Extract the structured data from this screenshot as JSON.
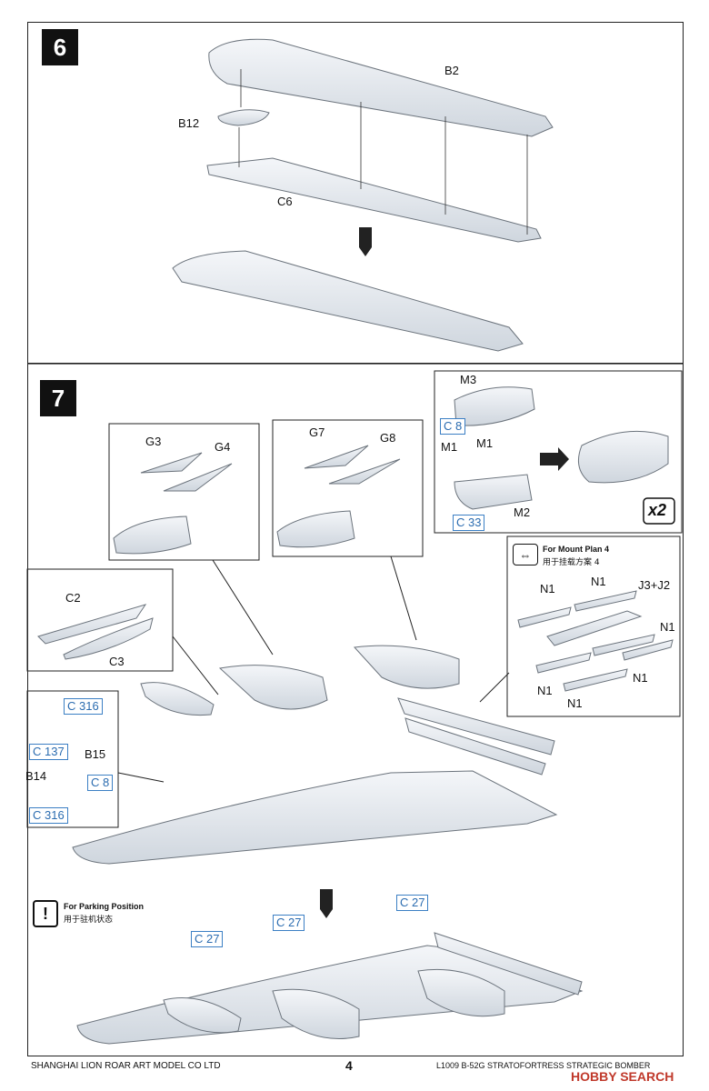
{
  "steps": {
    "step6": "6",
    "step7": "7"
  },
  "step6_labels": {
    "b2": "B2",
    "b12": "B12",
    "c6": "C6"
  },
  "step7_labels": {
    "m3": "M3",
    "m1a": "M1",
    "m1b": "M1",
    "m2": "M2",
    "c8_top": "C 8",
    "c33": "C 33",
    "x2": "x2",
    "g3": "G3",
    "g4": "G4",
    "g7": "G7",
    "g8": "G8",
    "c2": "C2",
    "c3": "C3",
    "c316_a": "C 316",
    "c137": "C 137",
    "b15": "B15",
    "b14": "B14",
    "c8_gear": "C 8",
    "c316_b": "C 316",
    "n1_a": "N1",
    "n1_b": "N1",
    "j3j2": "J3+J2",
    "n1_c": "N1",
    "n1_d": "N1",
    "n1_e": "N1",
    "n1_f": "N1"
  },
  "mount_note": {
    "title": "For Mount Plan 4",
    "subtitle": "用于挂载方案 4"
  },
  "parking_note": {
    "title": "For Parking Position",
    "subtitle": "用于驻机状态"
  },
  "bottom_labels": {
    "c27_a": "C 27",
    "c27_b": "C 27",
    "c27_c": "C 27"
  },
  "footer": {
    "company": "SHANGHAI LION ROAR ART MODEL CO LTD",
    "page": "4",
    "product": "L1009  B-52G  STRATOFORTRESS  STRATEGIC  BOMBER",
    "watermark": "HOBBY SEARCH"
  },
  "colors": {
    "part": "#e8edf2",
    "outline": "#6b737c",
    "callout": "#2b6cb0",
    "step_bg": "#111111"
  }
}
